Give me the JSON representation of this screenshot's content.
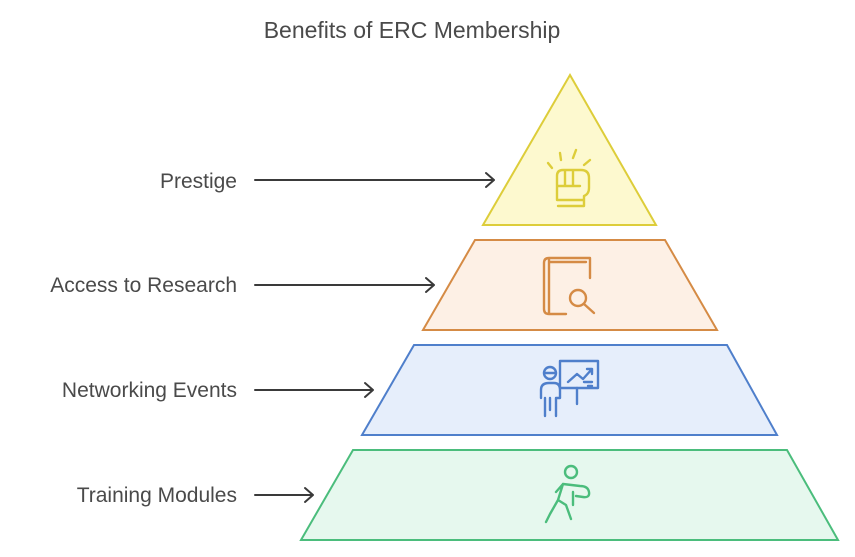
{
  "title": "Benefits of ERC Membership",
  "levels": [
    {
      "label": "Prestige",
      "icon": "fist-icon",
      "fill": "#fdf9cf",
      "stroke": "#ddcd3a"
    },
    {
      "label": "Access to Research",
      "icon": "book-search-icon",
      "fill": "#fdf0e5",
      "stroke": "#d58b45"
    },
    {
      "label": "Networking Events",
      "icon": "presenter-board-icon",
      "fill": "#e6eefb",
      "stroke": "#4f7fcb"
    },
    {
      "label": "Training Modules",
      "icon": "running-person-icon",
      "fill": "#e6f8ee",
      "stroke": "#4bbd7c"
    }
  ]
}
